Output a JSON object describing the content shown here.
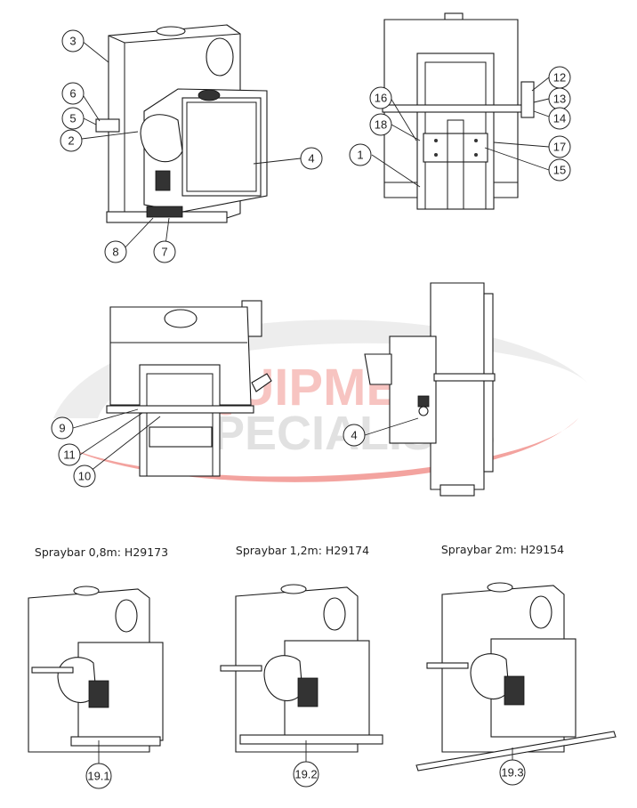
{
  "watermark": {
    "line1": "EQUIPMENT",
    "line2": "SPECIALISTS",
    "color": "#e53a32",
    "swoosh_color": "#d9d9d9"
  },
  "callouts": {
    "c1": "1",
    "c2": "2",
    "c3": "3",
    "c4": "4",
    "c4b": "4",
    "c5": "5",
    "c6": "6",
    "c7": "7",
    "c8": "8",
    "c9": "9",
    "c10": "10",
    "c11": "11",
    "c12": "12",
    "c13": "13",
    "c14": "14",
    "c15": "15",
    "c16": "16",
    "c17": "17",
    "c18": "18",
    "c191": "19.1",
    "c192": "19.2",
    "c193": "19.3"
  },
  "captions": {
    "spraybar_08": "Spraybar 0,8m: H29173",
    "spraybar_12": "Spraybar 1,2m: H29174",
    "spraybar_2": "Spraybar 2m: H29154"
  }
}
